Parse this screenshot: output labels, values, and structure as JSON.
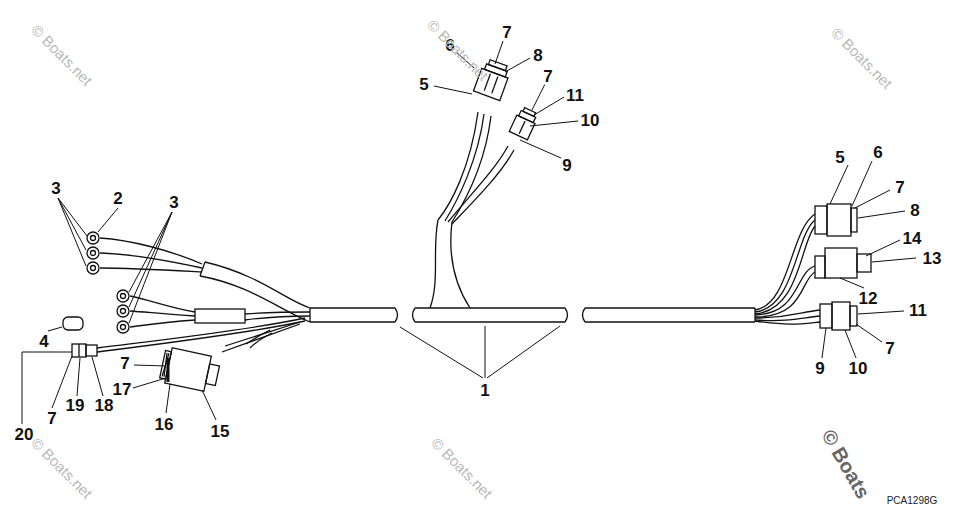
{
  "diagram": {
    "labels": [
      "7",
      "6",
      "8",
      "5",
      "7",
      "11",
      "10",
      "9",
      "5",
      "6",
      "7",
      "8",
      "14",
      "13",
      "12",
      "11",
      "7",
      "10",
      "9",
      "3",
      "2",
      "3",
      "4",
      "7",
      "17",
      "19",
      "18",
      "7",
      "20",
      "16",
      "15",
      "1",
      "© Boats.net",
      "© Boats.net",
      "© Boats.net",
      "© Boats.net",
      "© Boats.net",
      "© Boats",
      "PCA1298G"
    ]
  }
}
